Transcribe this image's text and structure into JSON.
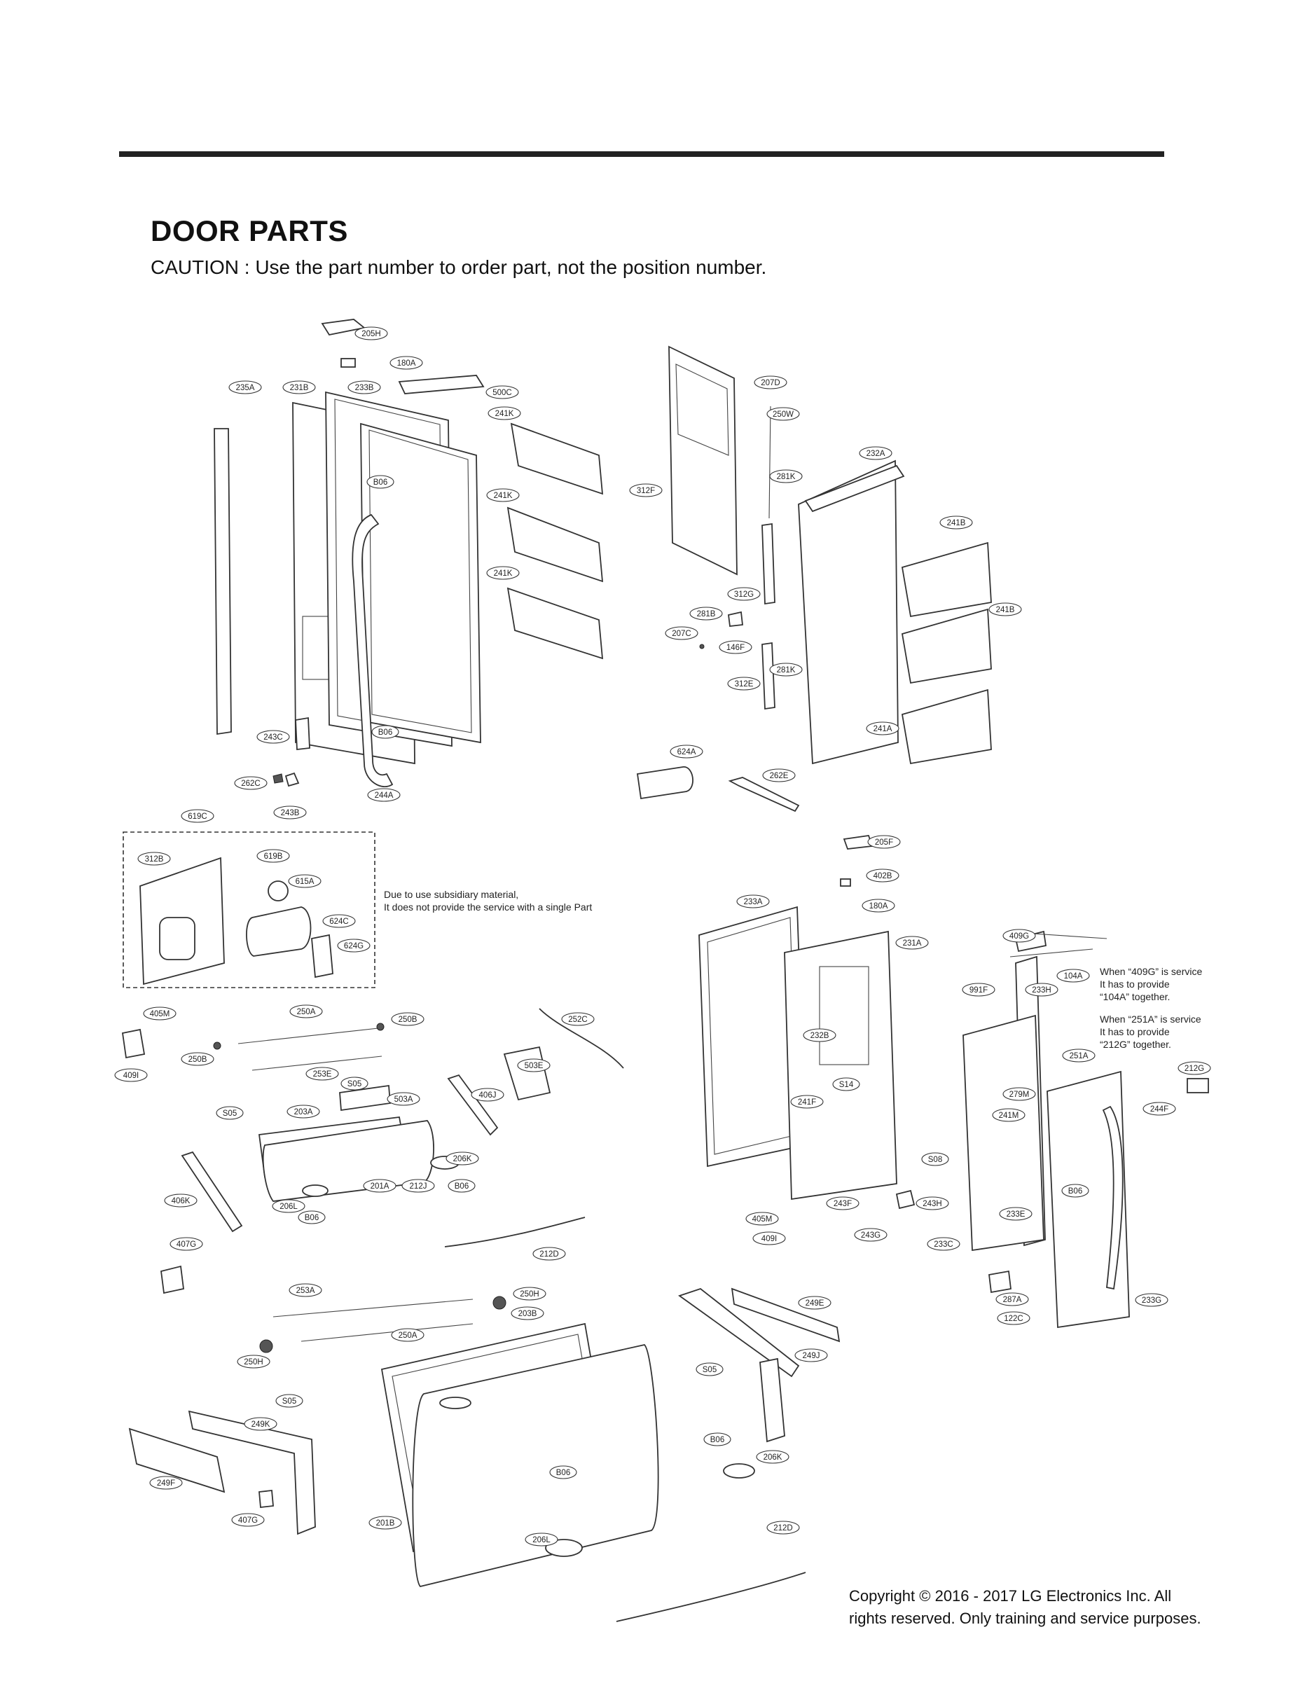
{
  "header": {
    "title": "DOOR PARTS",
    "caution": "CAUTION : Use the part number to order part, not the position number."
  },
  "notes": {
    "subsidiary_line1": "Due to use subsidiary material,",
    "subsidiary_line2": "It does not provide the service with a single Part",
    "service_409g_1": "When “409G” is service",
    "service_409g_2": "It has to provide",
    "service_409g_3": "“104A” together.",
    "service_251a_1": "When “251A” is service",
    "service_251a_2": "It has to provide",
    "service_251a_3": "“212G” together."
  },
  "callouts": [
    "205H",
    "180A",
    "235A",
    "231B",
    "233B",
    "500C",
    "241K",
    "241K",
    "241K",
    "B06",
    "243C",
    "B06",
    "262C",
    "243B",
    "244A",
    "207D",
    "250W",
    "232A",
    "281K",
    "312F",
    "241B",
    "241B",
    "312G",
    "281B",
    "207C",
    "146F",
    "281K",
    "312E",
    "241A",
    "624A",
    "262E",
    "619C",
    "312B",
    "619B",
    "615A",
    "624C",
    "624G",
    "205F",
    "402B",
    "180A",
    "233A",
    "231A",
    "409G",
    "104A",
    "233H",
    "991F",
    "232B",
    "S14",
    "241F",
    "251A",
    "212G",
    "279M",
    "241M",
    "244F",
    "S08",
    "B06",
    "233E",
    "243F",
    "243H",
    "405M",
    "409I",
    "243G",
    "233C",
    "287A",
    "122C",
    "233G",
    "405M",
    "250A",
    "250B",
    "252C",
    "409I",
    "250B",
    "253E",
    "503E",
    "S05",
    "503A",
    "406J",
    "S05",
    "203A",
    "206K",
    "201A",
    "212J",
    "B06",
    "406K",
    "206L",
    "B06",
    "407G",
    "212D",
    "253A",
    "250H",
    "203B",
    "250A",
    "250H",
    "S05",
    "249K",
    "249F",
    "407G",
    "201B",
    "206L",
    "B06",
    "249E",
    "249J",
    "S05",
    "B06",
    "206K",
    "212D"
  ],
  "footer": {
    "copyright_line1": "Copyright © 2016 - 2017 LG Electronics Inc. All",
    "copyright_line2": "rights reserved. Only training and service purposes."
  }
}
